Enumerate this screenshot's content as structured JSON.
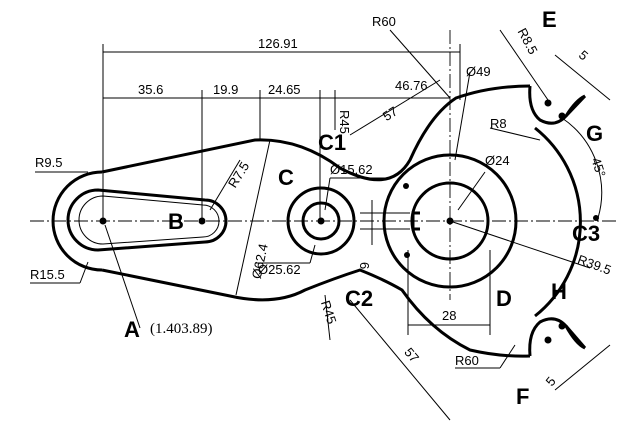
{
  "dimensions": {
    "overall_width": "126.91",
    "seg_35_6": "35.6",
    "seg_19_9": "19.9",
    "seg_24_65": "24.65",
    "seg_46_76": "46.76",
    "r60_top": "R60",
    "r60_bottom": "R60",
    "r8_5": "R8.5",
    "five_top": "5",
    "five_bottom": "5",
    "dia_49": "Ø49",
    "r45_top": "R45",
    "len_57_top": "57",
    "len_57_bottom": "57",
    "r8": "R8",
    "dia_24": "Ø24",
    "angle_45": "45°",
    "r9_5": "R9.5",
    "r7_5": "R7.5",
    "dia_15_62": "Ø15.62",
    "dia_62_4": "Ø62.4",
    "dia_25_62": "Ø25.62",
    "six": "6",
    "r15_5": "R15.5",
    "r45_bottom": "R45",
    "twenty_eight": "28",
    "r39_5": "R39.5"
  },
  "points": {
    "A": "A",
    "A_coord": "(1.403.89)",
    "B": "B",
    "C": "C",
    "C1": "C1",
    "C2": "C2",
    "C3": "C3",
    "D": "D",
    "E": "E",
    "F": "F",
    "G": "G",
    "H": "H"
  }
}
